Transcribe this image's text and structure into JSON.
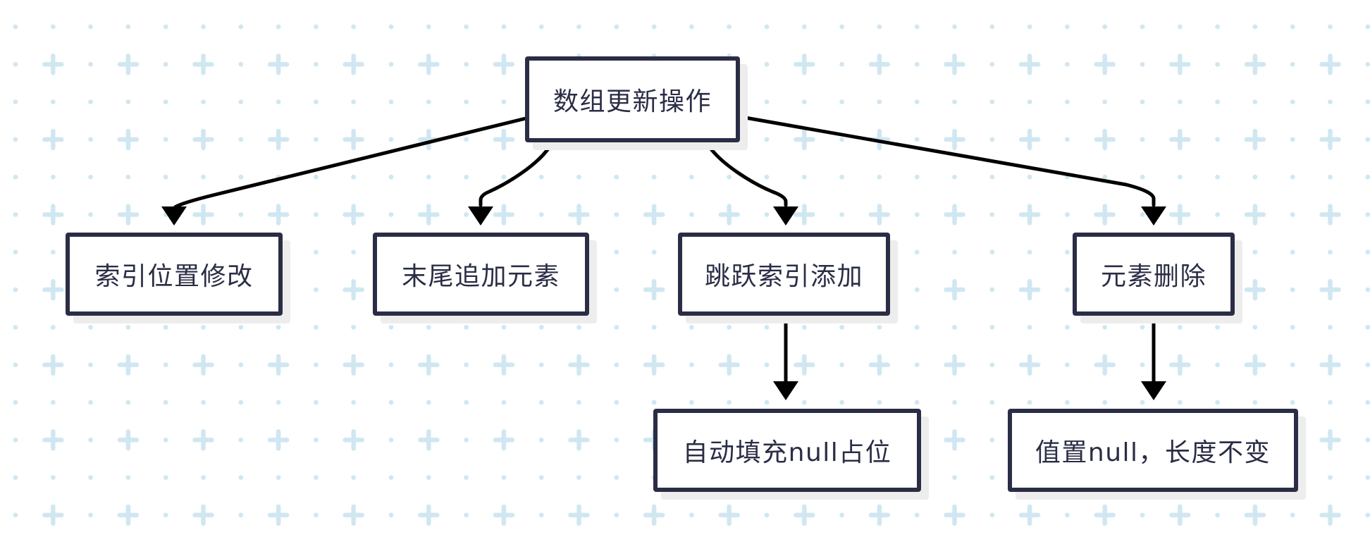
{
  "diagram": {
    "type": "flowchart-top-down",
    "nodes": {
      "root": {
        "label": "数组更新操作"
      },
      "modify": {
        "label": "索引位置修改"
      },
      "append": {
        "label": "末尾追加元素"
      },
      "jump": {
        "label": "跳跃索引添加"
      },
      "delete": {
        "label": "元素删除"
      },
      "autofill": {
        "label": "自动填充null占位"
      },
      "setnull": {
        "label": "值置null，长度不变"
      }
    },
    "edges": [
      {
        "from": "数组更新操作",
        "to": "索引位置修改"
      },
      {
        "from": "数组更新操作",
        "to": "末尾追加元素"
      },
      {
        "from": "数组更新操作",
        "to": "跳跃索引添加"
      },
      {
        "from": "数组更新操作",
        "to": "元素删除"
      },
      {
        "from": "跳跃索引添加",
        "to": "自动填充null占位"
      },
      {
        "from": "元素删除",
        "to": "值置null，长度不变"
      }
    ],
    "colors": {
      "node_border": "#2a2d45",
      "node_fill": "#ffffff",
      "node_text": "#2a2d45",
      "arrow": "#000000",
      "shadow": "#ededed",
      "background_pattern_marks": "#d0e7f2",
      "canvas": "#ffffff"
    }
  }
}
